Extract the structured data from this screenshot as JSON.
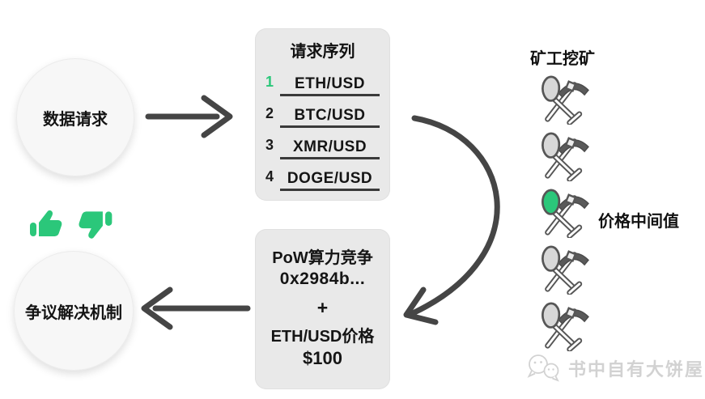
{
  "colors": {
    "green": "#2bc77a",
    "arrow_dark": "#454545",
    "box_bg": "#e9e9e9",
    "circle_bg": "#f7f7f7",
    "watermark_gray": "#d2d2d2"
  },
  "flow": {
    "data_request_label": "数据请求",
    "dispute_label": "争议解决机制"
  },
  "request_box": {
    "title": "请求序列",
    "items": [
      {
        "num": "1",
        "pair": "ETH/USD"
      },
      {
        "num": "2",
        "pair": "BTC/USD"
      },
      {
        "num": "3",
        "pair": "XMR/USD"
      },
      {
        "num": "4",
        "pair": "DOGE/USD"
      }
    ]
  },
  "miners": {
    "title": "矿工挖矿",
    "median_label": "价格中间值",
    "count": 5,
    "highlighted_index": 3
  },
  "pow_box": {
    "title": "PoW算力竞争",
    "hash": "0x2984b...",
    "plus": "+",
    "price_label": "ETH/USD价格",
    "price_value": "$100"
  },
  "watermark": {
    "text": "书中自有大饼屋"
  }
}
